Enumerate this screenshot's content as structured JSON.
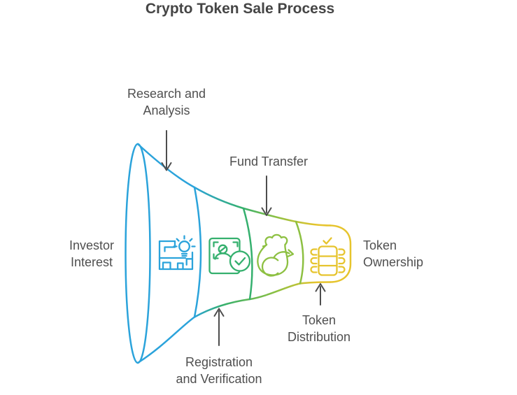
{
  "title": "Crypto Token Sale Process",
  "labels": {
    "investor_interest": "Investor\nInterest",
    "research_analysis": "Research and\nAnalysis",
    "fund_transfer": "Fund Transfer",
    "registration_verification": "Registration\nand Verification",
    "token_distribution": "Token\nDistribution",
    "token_ownership": "Token\nOwnership"
  },
  "diagram": {
    "type": "horizontal-funnel",
    "stages": [
      {
        "label": "Investor Interest",
        "color": "#2BA3DB"
      },
      {
        "label": "Research and Analysis",
        "color": "#2BA3DB",
        "icon": "research-analysis-icon"
      },
      {
        "label": "Registration and Verification",
        "color": "#35B06E",
        "icon": "id-verification-icon"
      },
      {
        "label": "Fund Transfer",
        "color": "#8DC042",
        "icon": "money-bag-icon"
      },
      {
        "label": "Token Distribution",
        "color": "#E6C42D",
        "icon": "token-stack-icon"
      },
      {
        "label": "Token Ownership",
        "color": "#E6C42D"
      }
    ]
  },
  "colors": {
    "blue": "#2BA3DB",
    "green": "#35B06E",
    "lime": "#8DC042",
    "yellow": "#E6C42D",
    "arrow": "#4d4d4d",
    "title_text": "#454545",
    "label_text": "#4f4f4f",
    "background": "#ffffff"
  }
}
